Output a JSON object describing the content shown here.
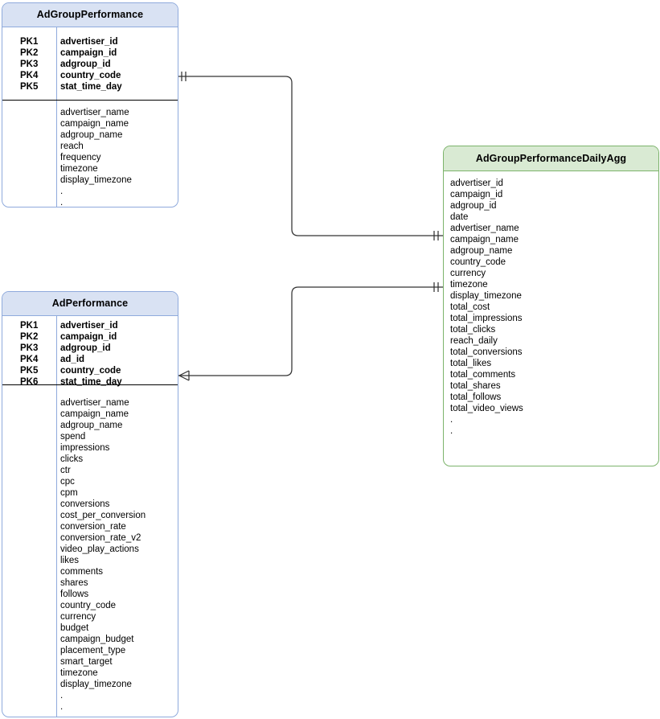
{
  "diagram": {
    "title": "ER Diagram",
    "background_color": "#ffffff",
    "line_color": "#333333"
  },
  "entities": [
    {
      "id": "adgroup_performance",
      "name": "AdGroupPerformance",
      "color_scheme": "blue",
      "header_fill": "#d9e2f3",
      "border_color": "#8faadc",
      "primary_keys": [
        {
          "label": "PK1",
          "field": "advertiser_id"
        },
        {
          "label": "PK2",
          "field": "campaign_id"
        },
        {
          "label": "PK3",
          "field": "adgroup_id"
        },
        {
          "label": "PK4",
          "field": "country_code"
        },
        {
          "label": "PK5",
          "field": "stat_time_day"
        }
      ],
      "fields": [
        "advertiser_name",
        "campaign_name",
        "adgroup_name",
        "reach",
        "frequency",
        "timezone",
        "display_timezone",
        ".",
        "."
      ]
    },
    {
      "id": "ad_performance",
      "name": "AdPerformance",
      "color_scheme": "blue",
      "header_fill": "#d9e2f3",
      "border_color": "#8faadc",
      "primary_keys": [
        {
          "label": "PK1",
          "field": "advertiser_id"
        },
        {
          "label": "PK2",
          "field": "campaign_id"
        },
        {
          "label": "PK3",
          "field": "adgroup_id"
        },
        {
          "label": "PK4",
          "field": "ad_id"
        },
        {
          "label": "PK5",
          "field": "country_code"
        },
        {
          "label": "PK6",
          "field": "stat_time_day"
        }
      ],
      "fields": [
        "advertiser_name",
        "campaign_name",
        "adgroup_name",
        "spend",
        "impressions",
        "clicks",
        "ctr",
        "cpc",
        "cpm",
        "conversions",
        "cost_per_conversion",
        "conversion_rate",
        "conversion_rate_v2",
        "video_play_actions",
        "likes",
        "comments",
        "shares",
        "follows",
        "country_code",
        "currency",
        "budget",
        "campaign_budget",
        "placement_type",
        "smart_target",
        "timezone",
        "display_timezone",
        ".",
        "."
      ]
    },
    {
      "id": "adgroup_performance_daily_agg",
      "name": "AdGroupPerformanceDailyAgg",
      "color_scheme": "green",
      "header_fill": "#d9ead3",
      "border_color": "#7cb36b",
      "primary_keys": [],
      "fields": [
        "advertiser_id",
        "campaign_id",
        "adgroup_id",
        "date",
        "advertiser_name",
        "campaign_name",
        "adgroup_name",
        "country_code",
        "currency",
        "timezone",
        "display_timezone",
        "total_cost",
        "total_impressions",
        "total_clicks",
        "reach_daily",
        "total_conversions",
        "total_likes",
        "total_comments",
        "total_shares",
        "total_follows",
        "total_video_views",
        ".",
        "."
      ]
    }
  ],
  "relationships": [
    {
      "id": "rel-adgroupperformance-to-dailyagg",
      "from": "AdGroupPerformance",
      "to": "AdGroupPerformanceDailyAgg",
      "from_cardinality": "one-and-only-one",
      "to_cardinality": "one-and-only-one",
      "label": ""
    },
    {
      "id": "rel-adperformance-to-dailyagg",
      "from": "AdPerformance",
      "to": "AdGroupPerformanceDailyAgg",
      "from_cardinality": "many",
      "to_cardinality": "one-and-only-one",
      "label": ""
    }
  ]
}
